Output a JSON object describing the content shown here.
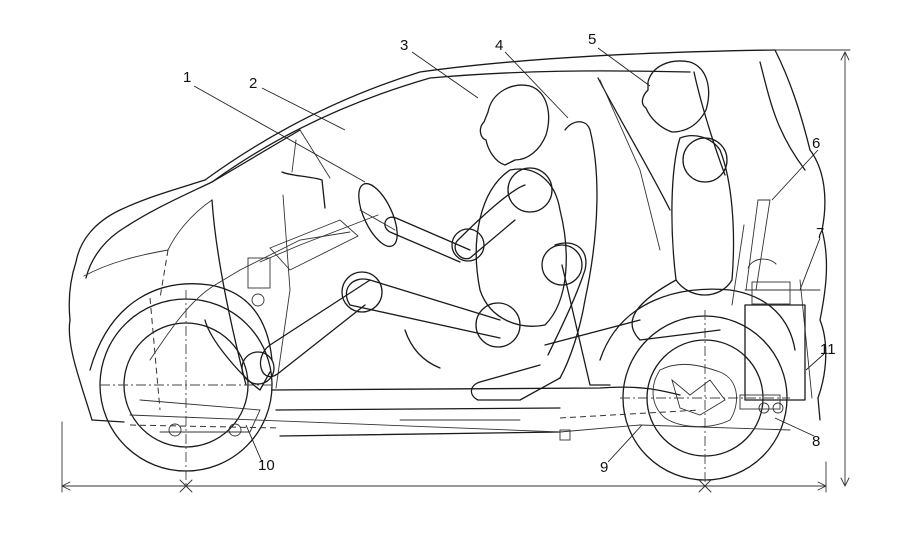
{
  "labels": [
    {
      "id": "l1",
      "text": "1"
    },
    {
      "id": "l2",
      "text": "2"
    },
    {
      "id": "l3",
      "text": "3"
    },
    {
      "id": "l4",
      "text": "4"
    },
    {
      "id": "l5",
      "text": "5"
    },
    {
      "id": "l6",
      "text": "6"
    },
    {
      "id": "l7",
      "text": "7"
    },
    {
      "id": "l8",
      "text": "8"
    },
    {
      "id": "l9",
      "text": "9"
    },
    {
      "id": "l10",
      "text": "10"
    },
    {
      "id": "l11",
      "text": "11"
    }
  ],
  "colors": {
    "line": "#1a1a1a",
    "background": "#ffffff"
  }
}
